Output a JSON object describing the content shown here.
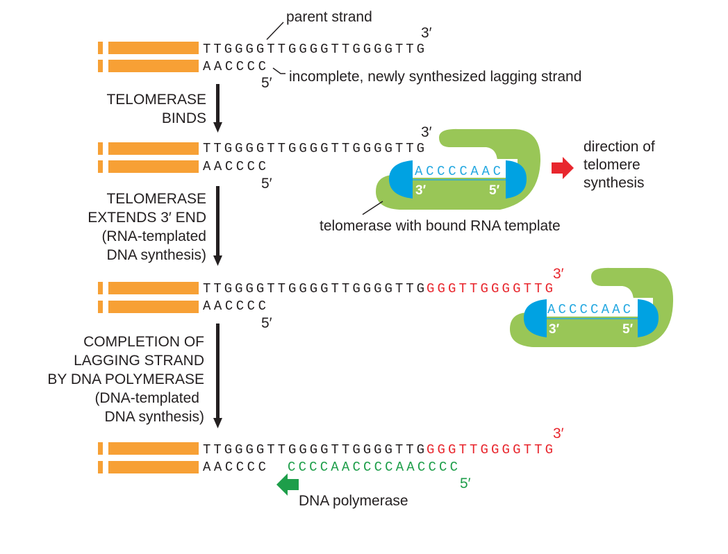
{
  "colors": {
    "duplex": "#f7a035",
    "sequence": "#231f20",
    "extension": "#e8262d",
    "lagging_fill": "#1e9e4a",
    "telomerase": "#99c657",
    "rna_cap": "#00a2e2",
    "rna_text": "#27a9e1",
    "direction_arrow": "#e8262d",
    "polymerase_arrow": "#1e9e4a",
    "step_arrow": "#231f20"
  },
  "callouts": {
    "parent_strand": "parent strand",
    "lagging_strand": "incomplete, newly synthesized lagging strand",
    "telomerase_template": "telomerase with bound RNA template",
    "direction": [
      "direction of",
      "telomere",
      "synthesis"
    ],
    "polymerase": "DNA polymerase"
  },
  "ends": {
    "three_prime": "3′",
    "five_prime": "5′"
  },
  "steps": [
    {
      "lines": [
        "TELOMERASE",
        "BINDS"
      ]
    },
    {
      "lines": [
        "TELOMERASE",
        "EXTENDS 3′ END",
        "(RNA-templated",
        "DNA synthesis)"
      ]
    },
    {
      "lines": [
        "COMPLETION OF",
        "LAGGING STRAND",
        "BY DNA POLYMERASE",
        "(DNA-templated",
        "DNA synthesis)"
      ]
    }
  ],
  "stages": [
    {
      "top_seq": "TTGGGGTTGGGGTTGGGGTTG",
      "top_ext": "",
      "bottom_seq": "AACCCC",
      "bottom_fill": ""
    },
    {
      "top_seq": "TTGGGGTTGGGGTTGGGGTTG",
      "top_ext": "",
      "bottom_seq": "AACCCC",
      "bottom_fill": ""
    },
    {
      "top_seq": "TTGGGGTTGGGGTTGGGGTTG",
      "top_ext": "GGGTTGGGGTTG",
      "bottom_seq": "AACCCC",
      "bottom_fill": ""
    },
    {
      "top_seq": "TTGGGGTTGGGGTTGGGGTTG",
      "top_ext": "GGGTTGGGGTTG",
      "bottom_seq": "AACCCC",
      "bottom_fill": "CCCCAACCCCAACCCC"
    }
  ],
  "telomerase": {
    "template": "ACCCCAAC",
    "left_end": "3′",
    "right_end": "5′"
  }
}
